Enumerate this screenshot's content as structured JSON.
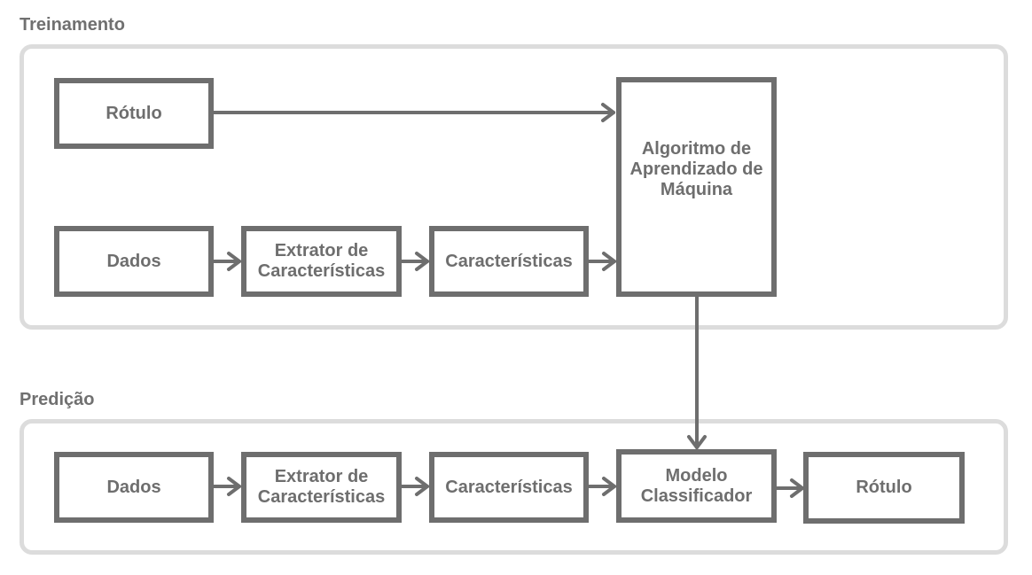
{
  "training": {
    "title": "Treinamento",
    "label_node": "Rótulo",
    "data_node": "Dados",
    "extractor_node": "Extrator de\nCaracterísticas",
    "features_node": "Características",
    "algorithm_node": "Algoritmo de\nAprendizado de\nMáquina"
  },
  "prediction": {
    "title": "Predição",
    "data_node": "Dados",
    "extractor_node": "Extrator de\nCaracterísticas",
    "features_node": "Características",
    "classifier_node": "Modelo\nClassificador",
    "label_node": "Rótulo"
  },
  "colors": {
    "node_border": "#6e6e6e",
    "panel_border": "#dcdcdc",
    "text": "#6e6e6e"
  }
}
